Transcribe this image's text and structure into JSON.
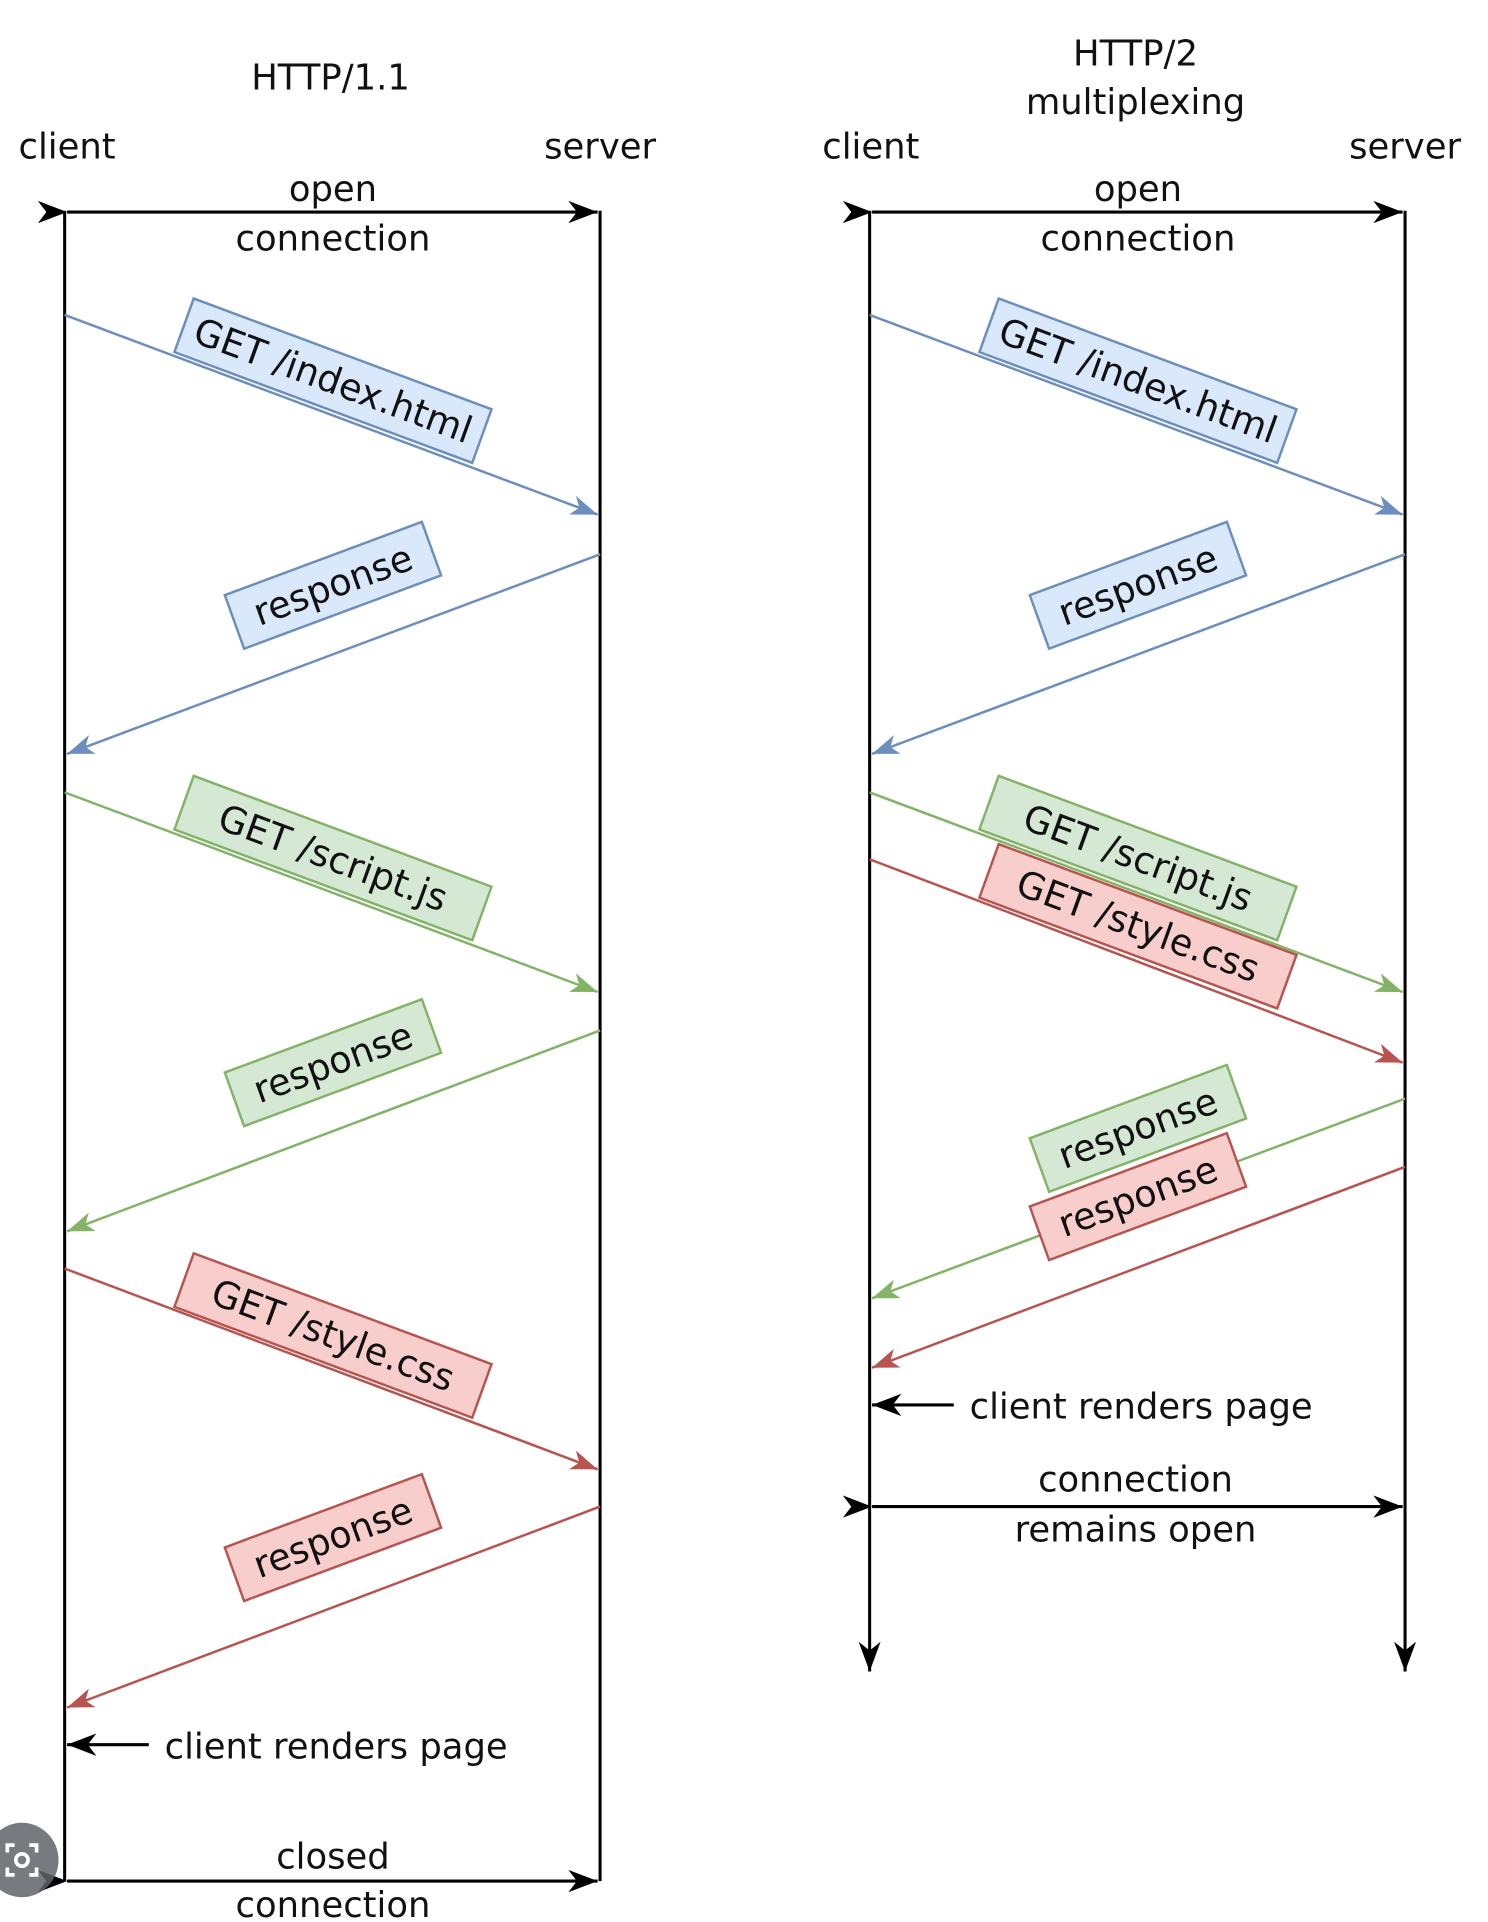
{
  "colors": {
    "blue_stroke": "#6c8ebf",
    "blue_fill": "#dae8fc",
    "green_stroke": "#82b366",
    "green_fill": "#d5e8d4",
    "red_stroke": "#b85450",
    "red_fill": "#f8cecc"
  },
  "http1": {
    "title": "HTTP/1.1",
    "client": "client",
    "server": "server",
    "open_1": "open",
    "open_2": "connection",
    "messages": [
      {
        "label": "GET /index.html",
        "color": "blue"
      },
      {
        "label": "response",
        "color": "blue"
      },
      {
        "label": "GET /script.js",
        "color": "green"
      },
      {
        "label": "response",
        "color": "green"
      },
      {
        "label": "GET /style.css",
        "color": "red"
      },
      {
        "label": "response",
        "color": "red"
      }
    ],
    "renders": "client renders page",
    "close_1": "closed",
    "close_2": "connection"
  },
  "http2": {
    "title_1": "HTTP/2",
    "title_2": "multiplexing",
    "client": "client",
    "server": "server",
    "open_1": "open",
    "open_2": "connection",
    "messages": [
      {
        "label": "GET /index.html",
        "color": "blue"
      },
      {
        "label": "response",
        "color": "blue"
      },
      {
        "label": "GET /script.js",
        "color": "green"
      },
      {
        "label": "GET /style.css",
        "color": "red"
      },
      {
        "label": "response",
        "color": "green"
      },
      {
        "label": "response",
        "color": "red"
      }
    ],
    "renders": "client renders page",
    "remain_1": "connection",
    "remain_2": "remains open"
  },
  "lens_icon": "lens-icon"
}
